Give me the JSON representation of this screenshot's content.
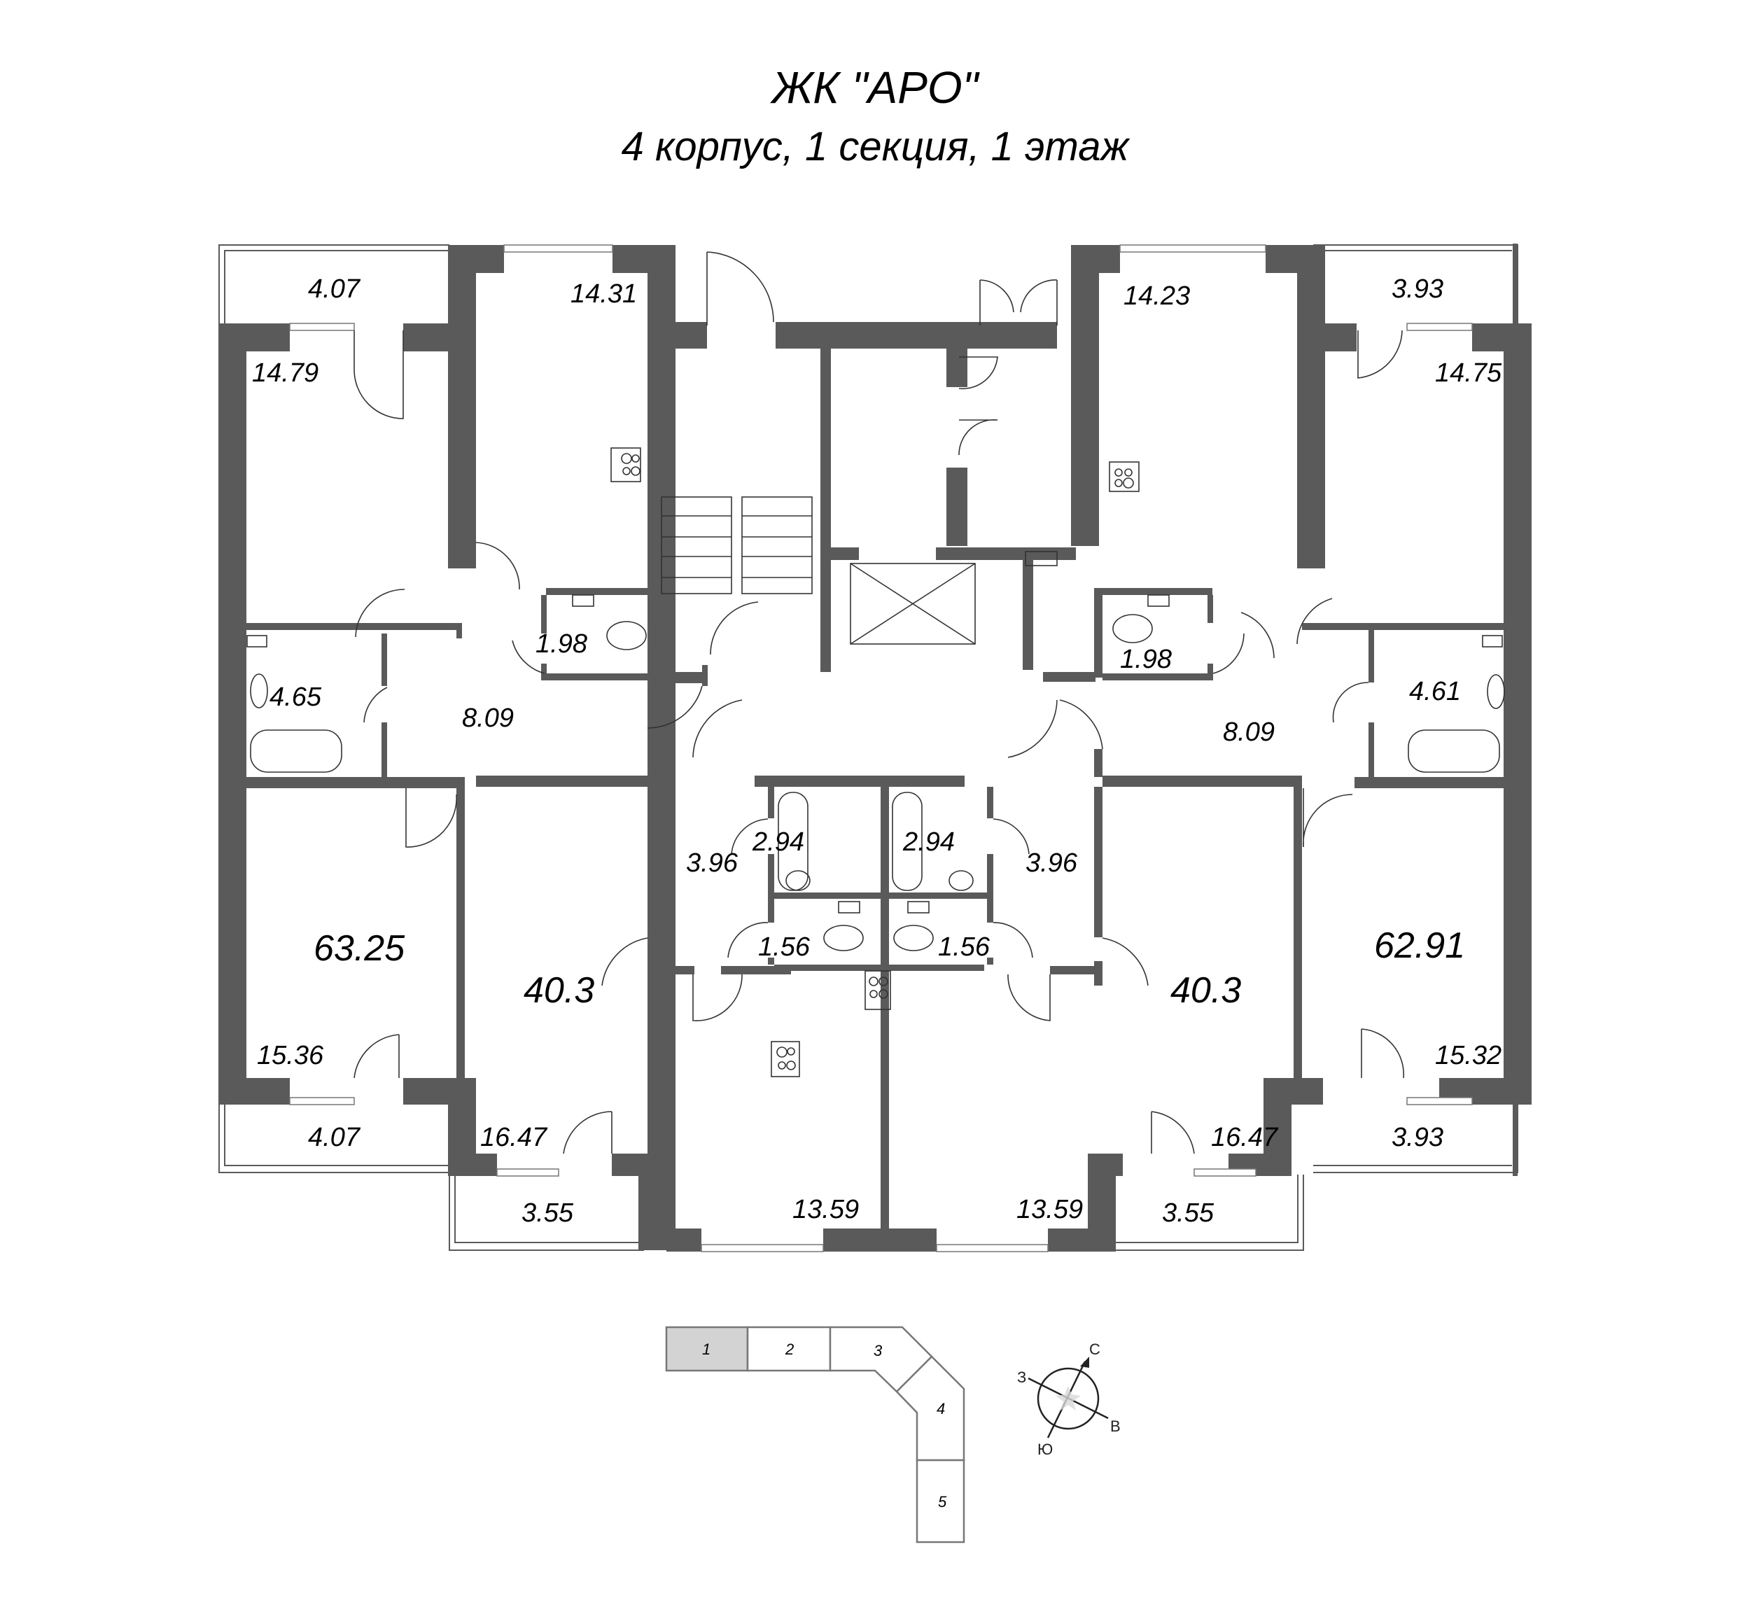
{
  "header": {
    "title": "ЖК \"АРО\"",
    "subtitle": "4 корпус, 1 секция, 1 этаж"
  },
  "colors": {
    "wall": "#5a5a5a",
    "line": "#333333",
    "selected_section": "#d3d3d3",
    "background": "#ffffff"
  },
  "apartments": {
    "left_2room": {
      "total_area": "63.25",
      "rooms": {
        "balcony_top": "4.07",
        "room_top": "14.79",
        "bathroom": "4.65",
        "hallway": "8.09",
        "room_bottom": "15.36",
        "balcony_bottom": "4.07"
      }
    },
    "left_1room_top": {
      "rooms": {
        "kitchen": "14.31",
        "toilet": "1.98"
      }
    },
    "left_1room_bottom": {
      "total_area": "40.3",
      "rooms": {
        "room": "16.47",
        "balcony": "3.55",
        "hallway": "3.96",
        "bathroom": "2.94",
        "toilet": "1.56",
        "kitchen": "13.59"
      }
    },
    "right_1room_bottom": {
      "total_area": "40.3",
      "rooms": {
        "room": "16.47",
        "balcony": "3.55",
        "hallway": "3.96",
        "bathroom": "2.94",
        "toilet": "1.56",
        "kitchen": "13.59"
      }
    },
    "right_1room_top": {
      "rooms": {
        "kitchen": "14.23",
        "toilet": "1.98"
      }
    },
    "right_2room": {
      "total_area": "62.91",
      "rooms": {
        "balcony_top": "3.93",
        "room_top": "14.75",
        "bathroom": "4.61",
        "hallway": "8.09",
        "room_bottom": "15.32",
        "balcony_bottom": "3.93"
      }
    }
  },
  "key_plan": {
    "sections": [
      {
        "label": "1",
        "selected": true
      },
      {
        "label": "2",
        "selected": false
      },
      {
        "label": "3",
        "selected": false
      },
      {
        "label": "4",
        "selected": false
      },
      {
        "label": "5",
        "selected": false
      }
    ]
  },
  "compass": {
    "north": "С",
    "south": "Ю",
    "west": "З",
    "east": "В"
  }
}
